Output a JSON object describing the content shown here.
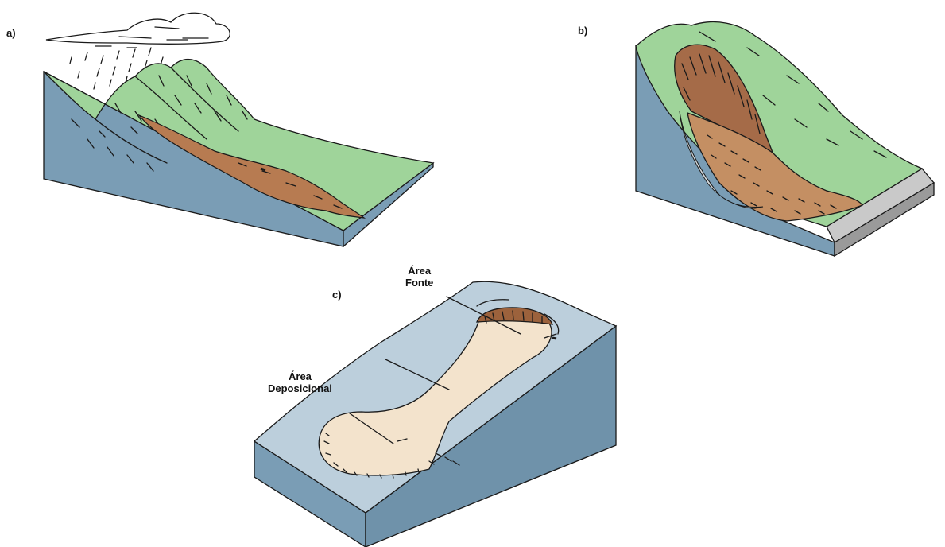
{
  "panels": [
    {
      "label": "a)"
    },
    {
      "label": "b)"
    },
    {
      "label": "c)"
    }
  ],
  "annotations": {
    "source_area": [
      "Área",
      "Fonte"
    ],
    "deposition_area": [
      "Área",
      "Deposicional"
    ]
  },
  "colors": {
    "vegetation": "#9fd49a",
    "rock_side": "#7a9db5",
    "debris": "#b77b51",
    "debris_dark": "#8a5232",
    "slope_c": "#bccfdc",
    "deposit_c": "#f3e3cc",
    "road": "#c9c9c9"
  }
}
